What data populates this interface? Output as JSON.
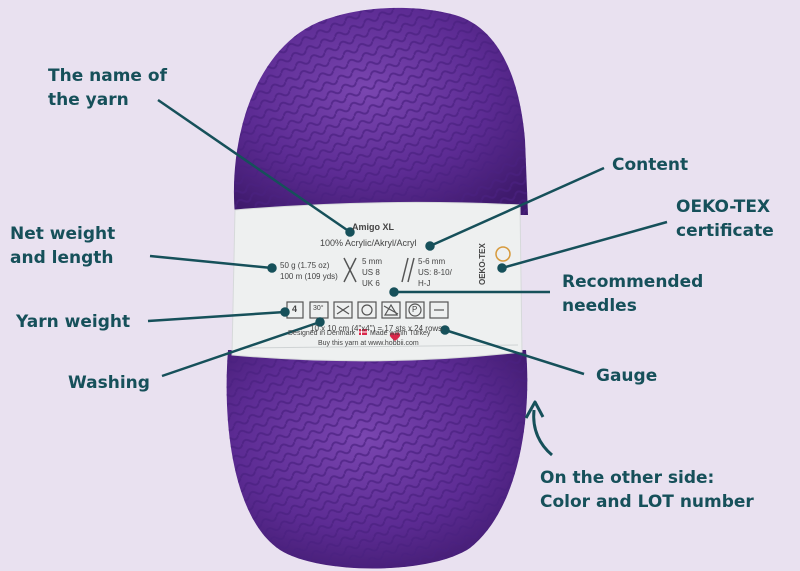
{
  "labels": {
    "yarn_name": "The name of\nthe yarn",
    "content": "Content",
    "oeko_tex": "OEKO-TEX\ncertificate",
    "net_weight": "Net weight\nand length",
    "needles": "Recommended\nneedles",
    "yarn_weight": "Yarn weight",
    "washing": "Washing",
    "gauge": "Gauge",
    "other_side": "On the other side:\nColor and LOT number"
  },
  "band": {
    "product": "Amigo XL",
    "content": "100% Acrylic/Akryl/Acryl",
    "weight": "50 g (1.75 oz)\n100 m (109 yds)",
    "needle_1": "5 mm\nUS 8\nUK 6",
    "needle_2": "5-6 mm\nUS: 8-10/\nH-J",
    "gauge": "10 x 10 cm (4\"x4\") = 17 sts x 24 rows",
    "designed": "Designed in Denmark",
    "made": "Made with",
    "made_in": "in Turkey",
    "buy": "Buy this yarn at www.hobbii.com",
    "oeko": "OEKO-TEX",
    "wash_temp": "30°",
    "weight_num": "4",
    "p_symbol": "P"
  },
  "colors": {
    "background": "#e9e1f0",
    "label": "#16505a",
    "yarn": "#5c2b93",
    "heart": "#d9284a"
  }
}
